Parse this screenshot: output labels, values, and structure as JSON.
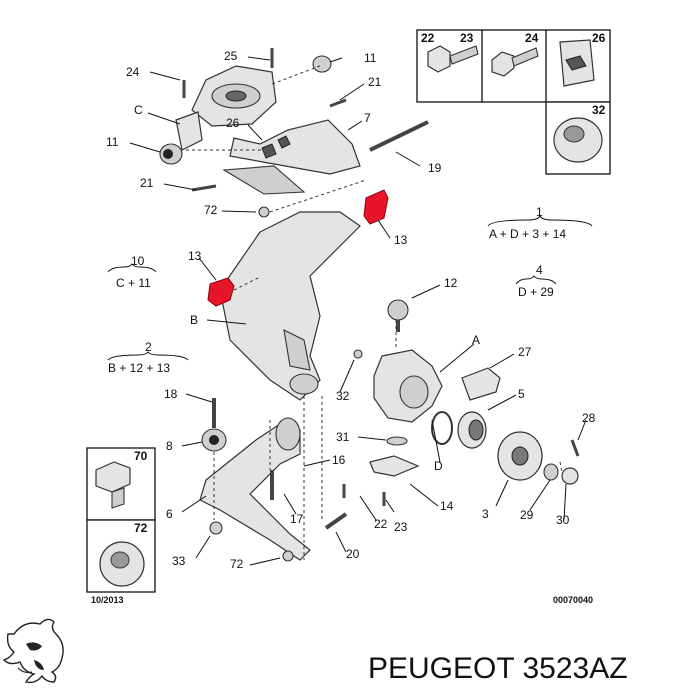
{
  "labels": {
    "p25": "25",
    "p11a": "11",
    "p24": "24",
    "p21a": "21",
    "pC": "C",
    "p26a": "26",
    "p7": "7",
    "p11b": "11",
    "p19": "19",
    "p21b": "21",
    "p72a": "72",
    "p13a": "13",
    "p10": "10",
    "p10f": "C + 11",
    "p13b": "13",
    "p12": "12",
    "pB": "B",
    "pA": "A",
    "p27": "27",
    "p2": "2",
    "p2f": "B + 12 + 13",
    "p32b": "32",
    "p18": "18",
    "p5": "5",
    "p8": "8",
    "p31": "31",
    "p16": "16",
    "pD": "D",
    "p28": "28",
    "p6": "6",
    "p17": "17",
    "p22b": "22",
    "p23b": "23",
    "p14": "14",
    "p3": "3",
    "p29": "29",
    "p30": "30",
    "p33": "33",
    "p20": "20",
    "p72b": "72",
    "p1": "1",
    "p1f": "A + D + 3 + 14",
    "p4": "4",
    "p4f": "D + 29"
  },
  "inset_top": {
    "p22": "22",
    "p23": "23",
    "p24": "24",
    "p26": "26",
    "p32": "32"
  },
  "inset_left": {
    "p70": "70",
    "p72": "72"
  },
  "footer": {
    "date": "10/2013",
    "code": "00070040"
  },
  "brand": {
    "text": "PEUGEOT 3523AZ"
  }
}
